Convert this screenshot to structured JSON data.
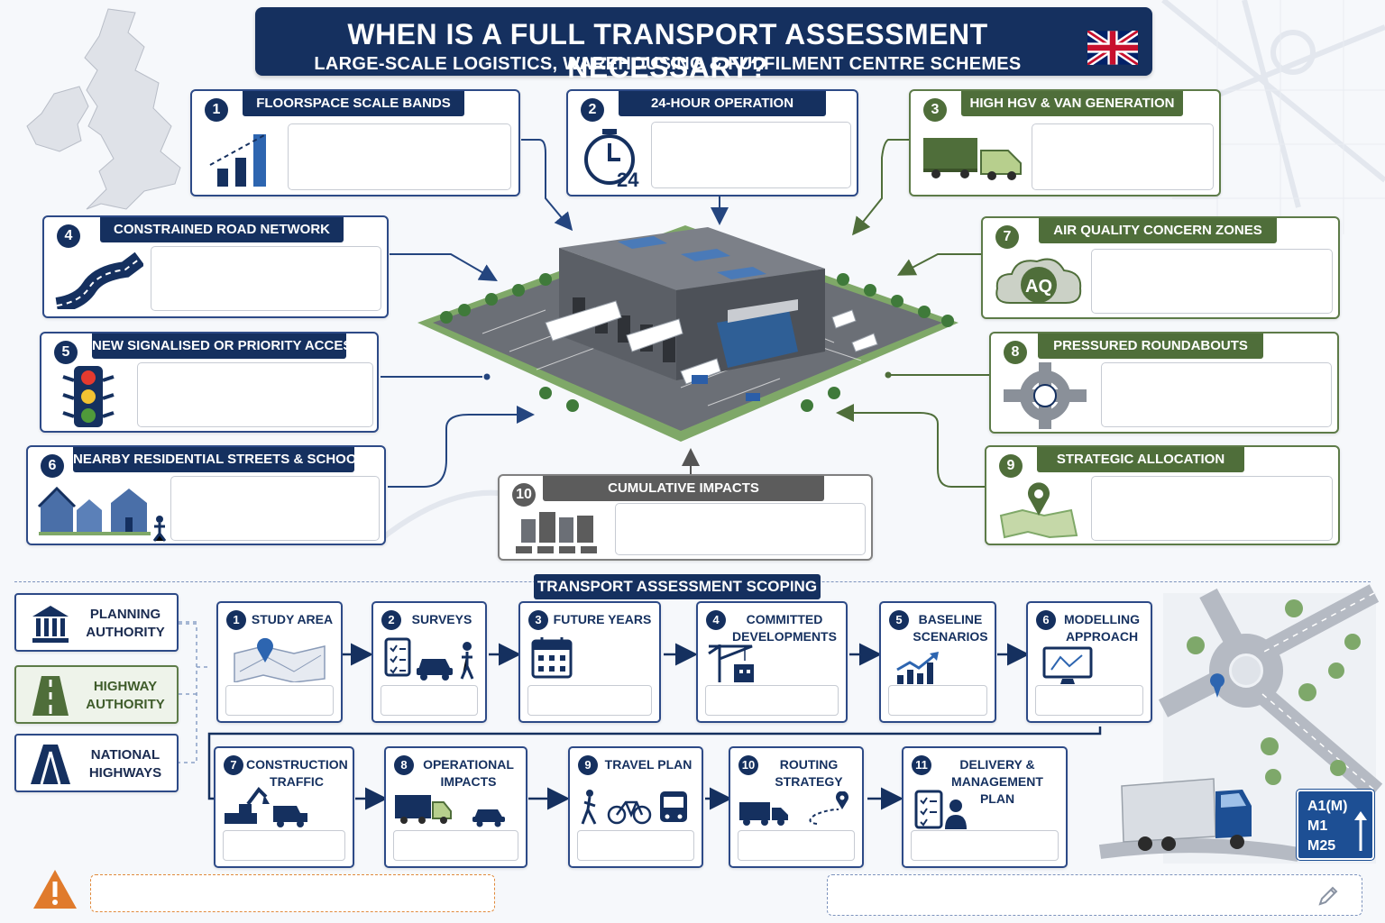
{
  "header": {
    "title": "WHEN IS A FULL TRANSPORT ASSESSMENT NECESSARY?",
    "subtitle": "LARGE-SCALE LOGISTICS, WAREHOUSING & FULFILMENT CENTRE SCHEMES",
    "flag_icon": "uk-flag-icon"
  },
  "criteria": [
    {
      "num": "1",
      "title": "FLOORSPACE SCALE BANDS",
      "icon": "bar-chart-icon"
    },
    {
      "num": "2",
      "title": "24-HOUR OPERATION",
      "icon": "clock-24-icon",
      "icon_text": "24"
    },
    {
      "num": "3",
      "title": "HIGH HGV & VAN GENERATION",
      "icon": "truck-van-icon"
    },
    {
      "num": "4",
      "title": "CONSTRAINED ROAD NETWORK",
      "icon": "winding-road-icon"
    },
    {
      "num": "5",
      "title": "NEW SIGNALISED OR PRIORITY ACCESS",
      "icon": "traffic-light-icon"
    },
    {
      "num": "6",
      "title": "NEARBY RESIDENTIAL STREETS & SCHOOLS",
      "icon": "houses-school-icon"
    },
    {
      "num": "7",
      "title": "AIR QUALITY CONCERN ZONES",
      "icon": "air-quality-cloud-icon",
      "icon_text": "AQ"
    },
    {
      "num": "8",
      "title": "PRESSURED ROUNDABOUTS",
      "icon": "roundabout-icon"
    },
    {
      "num": "9",
      "title": "STRATEGIC ALLOCATION",
      "icon": "map-pin-icon"
    },
    {
      "num": "10",
      "title": "CUMULATIVE IMPACTS",
      "icon": "city-traffic-icon"
    }
  ],
  "scoping": {
    "title": "TRANSPORT ASSESSMENT SCOPING",
    "authorities": [
      {
        "label": "PLANNING AUTHORITY",
        "icon": "government-building-icon"
      },
      {
        "label": "HIGHWAY AUTHORITY",
        "icon": "road-icon"
      },
      {
        "label": "NATIONAL HIGHWAYS",
        "icon": "motorway-icon"
      }
    ],
    "steps": [
      {
        "num": "1",
        "label": "STUDY AREA",
        "icon": "map-location-icon"
      },
      {
        "num": "2",
        "label": "SURVEYS",
        "icon": "clipboard-car-pedestrian-icon"
      },
      {
        "num": "3",
        "label": "FUTURE YEARS",
        "icon": "calendar-icon"
      },
      {
        "num": "4",
        "label": "COMMITTED DEVELOPMENTS",
        "icon": "crane-icon"
      },
      {
        "num": "5",
        "label": "BASELINE SCENARIOS",
        "icon": "growth-chart-icon"
      },
      {
        "num": "6",
        "label": "MODELLING APPROACH",
        "icon": "monitor-network-icon"
      },
      {
        "num": "7",
        "label": "CONSTRUCTION TRAFFIC",
        "icon": "excavator-truck-icon"
      },
      {
        "num": "8",
        "label": "OPERATIONAL IMPACTS",
        "icon": "truck-car-icon"
      },
      {
        "num": "9",
        "label": "TRAVEL PLAN",
        "icon": "walk-bike-bus-icon"
      },
      {
        "num": "10",
        "label": "ROUTING STRATEGY",
        "icon": "truck-route-icon"
      },
      {
        "num": "11",
        "label": "DELIVERY & MANAGEMENT PLAN",
        "icon": "clipboard-person-icon"
      }
    ]
  },
  "road_sign": {
    "lines": [
      "A1(M)",
      "M1",
      "M25"
    ]
  },
  "notes": {
    "warning_icon": "warning-triangle-icon",
    "edit_icon": "pencil-icon"
  },
  "colors": {
    "navy": "#15305f",
    "green": "#4f6e3a",
    "grey": "#5c5c5c",
    "warning": "#e07b2c"
  }
}
